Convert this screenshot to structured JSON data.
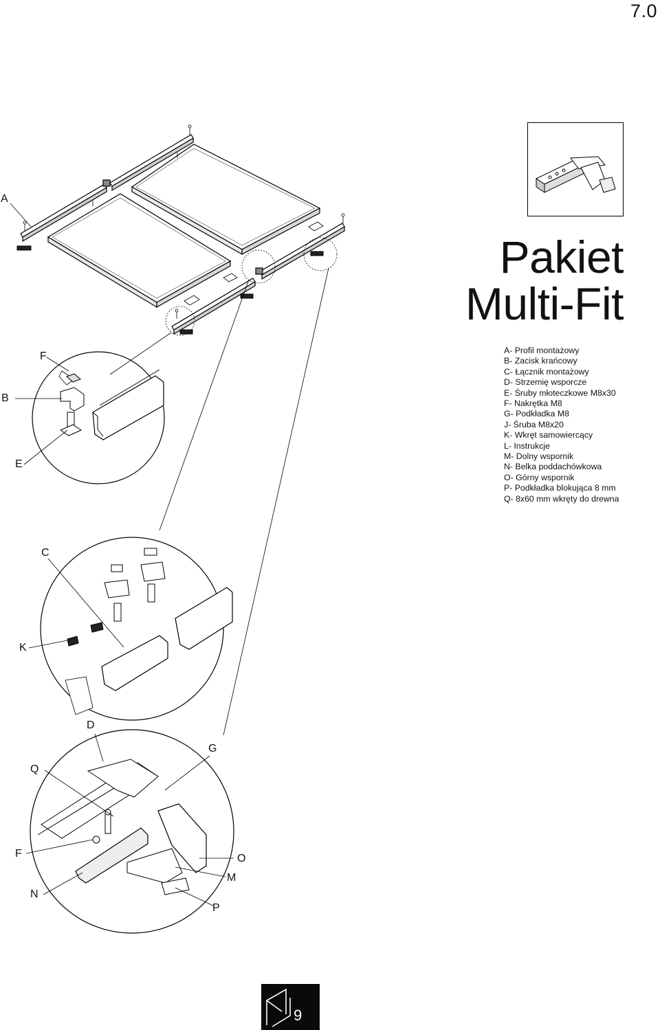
{
  "header": {
    "version": "7.0"
  },
  "title": {
    "line1": "Pakiet",
    "line2": "Multi-Fit"
  },
  "parts": [
    "A- Profil montażowy",
    "B- Zacisk krańcowy",
    "C- Łącznik montażowy",
    "D- Strzemię wsporcze",
    "E- Śruby młoteczkowe M8x30",
    "F- Nakrętka M8",
    "G- Podkładka M8",
    "J- Śruba M8x20",
    "K- Wkręt samowiercący",
    "L- Instrukcje",
    "M- Dolny wspornik",
    "N- Belka poddachówkowa",
    "O- Górny wspornik",
    "P- Podkładka blokująca 8 mm",
    "Q- 8x60 mm wkręty do drewna"
  ],
  "callouts": {
    "a": "A",
    "b": "B",
    "e": "E",
    "f1": "F",
    "c": "C",
    "k": "K",
    "d": "D",
    "g": "G",
    "q": "Q",
    "f2": "F",
    "o": "O",
    "m": "M",
    "n": "N",
    "p": "P"
  },
  "footer": {
    "page": "9"
  }
}
